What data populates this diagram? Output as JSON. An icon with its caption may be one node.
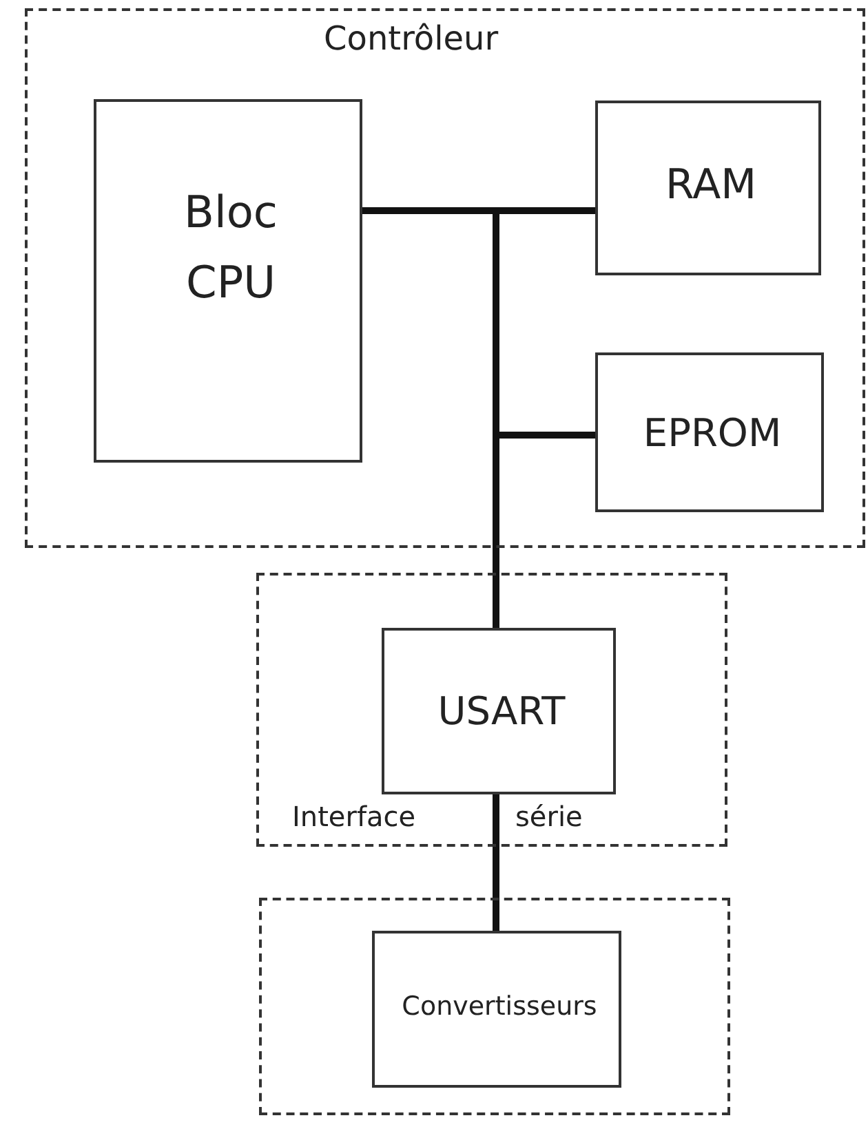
{
  "diagram": {
    "nodes": [
      {
        "text": [
          "Contrôleur"
        ]
      },
      {
        "text": [
          "Bloc CPU"
        ],
        "in": 0
      },
      {
        "text": [
          "RAM"
        ],
        "in": 0
      },
      {
        "text": [
          "EPROM"
        ],
        "in": 0
      },
      {
        "text": [
          "Interface",
          "série"
        ]
      },
      {
        "text": [
          "USART"
        ],
        "in": 4
      },
      {
        "text": [],
        "shape": "box"
      },
      {
        "text": [
          "Convertisseurs"
        ],
        "in": 6
      }
    ],
    "edges": [
      {
        "from": 1,
        "to": 2,
        "arrow": "none"
      },
      {
        "from": 1,
        "to": 3,
        "arrow": "none"
      },
      {
        "from": 1,
        "to": 5,
        "arrow": "none"
      },
      {
        "from": 5,
        "to": 7,
        "arrow": "none"
      }
    ]
  }
}
